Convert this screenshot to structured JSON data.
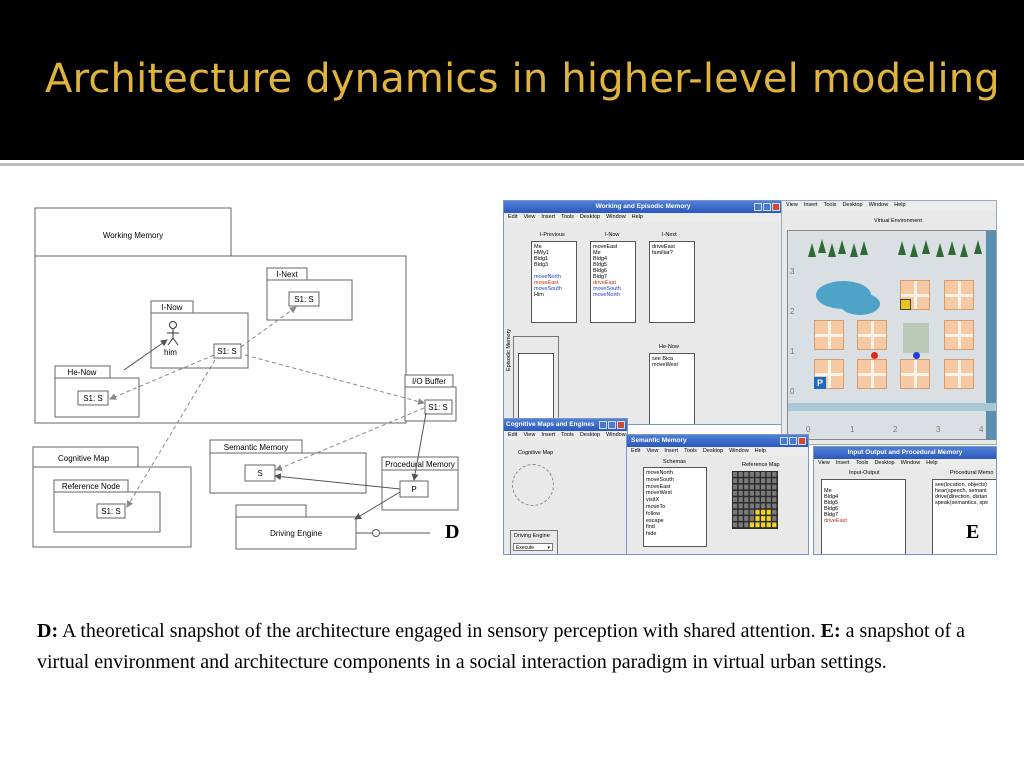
{
  "slide_title": "Architecture dynamics in higher-level modeling",
  "diagram": {
    "working_memory": "Working Memory",
    "i_next": "I-Next",
    "i_now": "I-Now",
    "him": "him",
    "he_now": "He-Now",
    "io_buffer": "I/O Buffer",
    "cognitive_map": "Cognitive Map",
    "reference_node": "Reference Node",
    "semantic_memory": "Semantic Memory",
    "procedural_memory": "Procedural Memory",
    "driving_engine": "Driving Engine",
    "s1s": "S1: S",
    "s": "S",
    "p": "P"
  },
  "labels": {
    "d": "D",
    "e": "E"
  },
  "caption": {
    "d_label": "D:",
    "d_text": " A theoretical snapshot of the architecture engaged in sensory perception with shared attention.  ",
    "e_label": "E:",
    "e_text": " a snapshot of a virtual environment and architecture components in a social interaction paradigm in virtual urban settings."
  },
  "screenshot": {
    "menu": [
      "Edit",
      "View",
      "Insert",
      "Tools",
      "Desktop",
      "Window",
      "Help"
    ],
    "win_wem": {
      "title": "Working and Episodic Memory",
      "i_previous": "I-Previous",
      "i_now": "I-Now",
      "i_next": "I-Next",
      "prev_items": [
        "Me",
        "HWy1",
        "Bldg1",
        "Bldg3",
        "",
        "moveNorth",
        "moveEast",
        "moveSouth",
        "Him"
      ],
      "now_items": [
        "moveEast",
        "Me",
        "Bldg4",
        "Bldg5",
        "Bldg6",
        "Bldg7",
        "driveEast",
        "moveSouth",
        "moveNorth"
      ],
      "next_items": [
        "driveEast",
        "familiar?"
      ],
      "episodic": "Episodic Memory",
      "he_now": "He-Now",
      "he_items": [
        "see Bica",
        "moveWest"
      ]
    },
    "win_env": {
      "title": "Virtual Environment",
      "axis_x": [
        "0",
        "1",
        "2",
        "3",
        "4"
      ],
      "axis_y": [
        "3",
        "2",
        "1",
        "0"
      ],
      "p_marker": "P"
    },
    "win_cog": {
      "title": "Cognitive Maps and Engines",
      "cog_label": "Cognitive Map",
      "engine_label": "Driving Engine",
      "engine_select": "Execute"
    },
    "win_sem": {
      "title": "Semantic Memory",
      "schemas": "Schemas",
      "ref_map": "Reference Map",
      "schema_items": [
        "moveNorth",
        "moveSouth",
        "moveEast",
        "moveWest",
        "visitX",
        "moveTo",
        "follow",
        "escape",
        "find",
        "hide"
      ]
    },
    "win_io": {
      "title": "Input Output and Procedural Memory",
      "io_label": "Input-Output",
      "proc_label": "Procedural Memo",
      "io_items": [
        "Me",
        "Bldg4",
        "Bldg5",
        "Bldg6",
        "Bldg7",
        "driveEast"
      ],
      "proc_items": [
        "see(location, objects)",
        "hear(speech, semant",
        "drive(direction, distan",
        "speak(semantics, spe"
      ]
    }
  }
}
